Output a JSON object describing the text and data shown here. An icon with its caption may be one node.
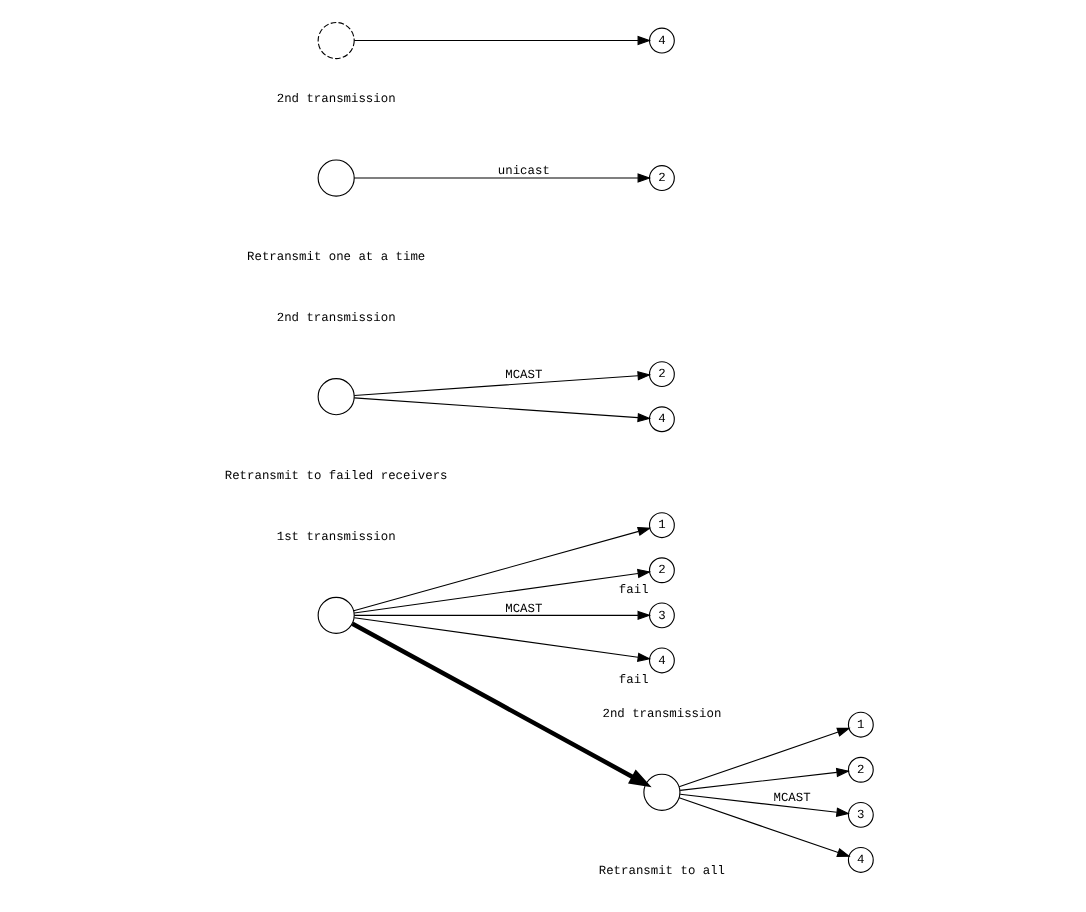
{
  "diagram": {
    "nodes": [
      {
        "text": [],
        "shape": "circle"
      },
      {
        "text": [
          "1"
        ]
      },
      {
        "text": [
          "2"
        ],
        "beside": [
          "fail"
        ]
      },
      {
        "text": [
          "3"
        ]
      },
      {
        "text": [
          "4"
        ],
        "beside": [
          "fail"
        ]
      },
      {
        "text": [],
        "shape": "circle"
      },
      {
        "text": [
          "1"
        ]
      },
      {
        "text": [
          "2"
        ]
      },
      {
        "text": [
          "3"
        ]
      },
      {
        "text": [
          "4"
        ]
      },
      {
        "text": [],
        "shape": "circle"
      },
      {
        "text": [
          "2"
        ]
      },
      {
        "text": [
          "4"
        ]
      },
      {
        "text": [],
        "shape": "circle"
      },
      {
        "text": [],
        "shape": "circle"
      },
      {
        "text": [
          "2"
        ]
      },
      {
        "text": [
          "4"
        ]
      }
    ],
    "edges": [
      {
        "from": 0,
        "to": 1,
        "arrow": "to"
      },
      {
        "from": 0,
        "to": 2,
        "arrow": "to"
      },
      {
        "from": 0,
        "to": 3,
        "arrow": "to",
        "label": "MCAST"
      },
      {
        "from": 0,
        "to": 4,
        "arrow": "to"
      },
      {
        "from": 0,
        "to": 5,
        "arrow": "to",
        "style": "thick"
      },
      {
        "from": 5,
        "to": 6,
        "arrow": "to"
      },
      {
        "from": 5,
        "to": 7,
        "arrow": "to"
      },
      {
        "from": 5,
        "to": 8,
        "arrow": "to",
        "label": "MCAST"
      },
      {
        "from": 5,
        "to": 9,
        "arrow": "to"
      },
      {
        "from": 10,
        "to": 11,
        "arrow": "to",
        "label": "MCAST"
      },
      {
        "from": 10,
        "to": 12,
        "arrow": "to"
      },
      {
        "from": 13,
        "to": 15,
        "arrow": "to",
        "label": "unicast"
      },
      {
        "from": 14,
        "to": 16,
        "arrow": "to"
      }
    ],
    "labels": [
      "1st transmission",
      "2nd transmission",
      "2nd transmission",
      "2nd transmission",
      "Retransmit to all",
      "Retransmit to failed receivers",
      "Retransmit one at a time"
    ]
  }
}
